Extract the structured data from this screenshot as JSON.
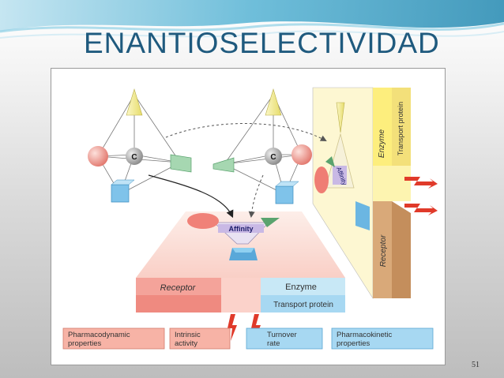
{
  "slide": {
    "title": "ENANTIOSELECTIVIDAD",
    "page_number": "51"
  },
  "figure": {
    "carbon_label_left": "C",
    "carbon_label_right": "C",
    "center_affinity_label": "Affinity",
    "wall_affinity_label": "Affinity",
    "floor_receptor_label": "Receptor",
    "floor_enzyme_label": "Enzyme",
    "floor_transport_label": "Transport protein",
    "wall_enzyme_label": "Enzyme",
    "wall_transport_label": "Transport protein",
    "wall_receptor_label": "Receptor",
    "bottom_boxes": [
      {
        "label_line1": "Pharmacodynamic",
        "label_line2": "properties"
      },
      {
        "label_line1": "Intrinsic",
        "label_line2": "activity"
      },
      {
        "label_line1": "Turnover",
        "label_line2": "rate"
      },
      {
        "label_line1": "Pharmacokinetic",
        "label_line2": "properties"
      }
    ],
    "colors": {
      "cone_yellow": "#f6f0a0",
      "sphere_red": "#f2a39a",
      "pyramid_green": "#7cb98a",
      "cube_blue": "#7fc3ea",
      "receptor_red": "#ef8a80",
      "transport_blue": "#a7d8f2",
      "floor_pink": "#fde0da",
      "wall_yellow": "#fdf4b0",
      "wall_brown": "#d9a979"
    }
  }
}
